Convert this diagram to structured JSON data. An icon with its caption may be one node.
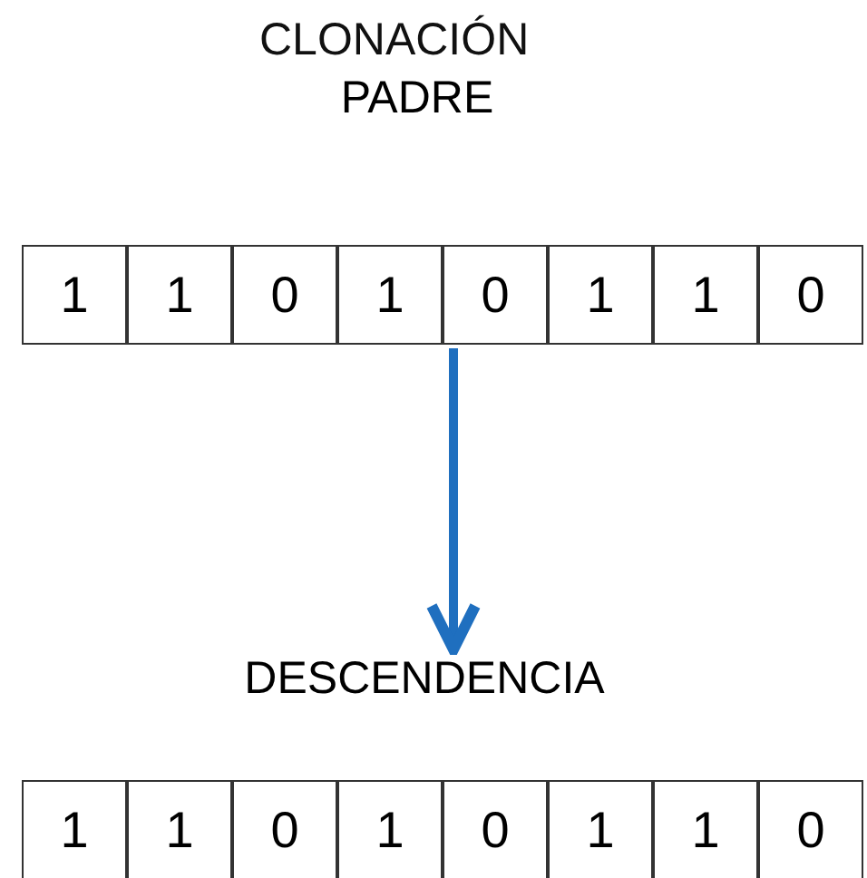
{
  "diagram": {
    "title": "CLONACIÓN",
    "nodes": [
      {
        "text": [
          "PADRE",
          "1",
          "1",
          "0",
          "1",
          "0",
          "1",
          "1",
          "0"
        ]
      },
      {
        "text": [
          "DESCENDENCIA",
          "1",
          "1",
          "0",
          "1",
          "0",
          "1",
          "1",
          "0"
        ]
      }
    ],
    "edges": [
      {
        "from": 0,
        "to": 1,
        "arrow": "to",
        "color": "#1f6fbf"
      }
    ]
  }
}
